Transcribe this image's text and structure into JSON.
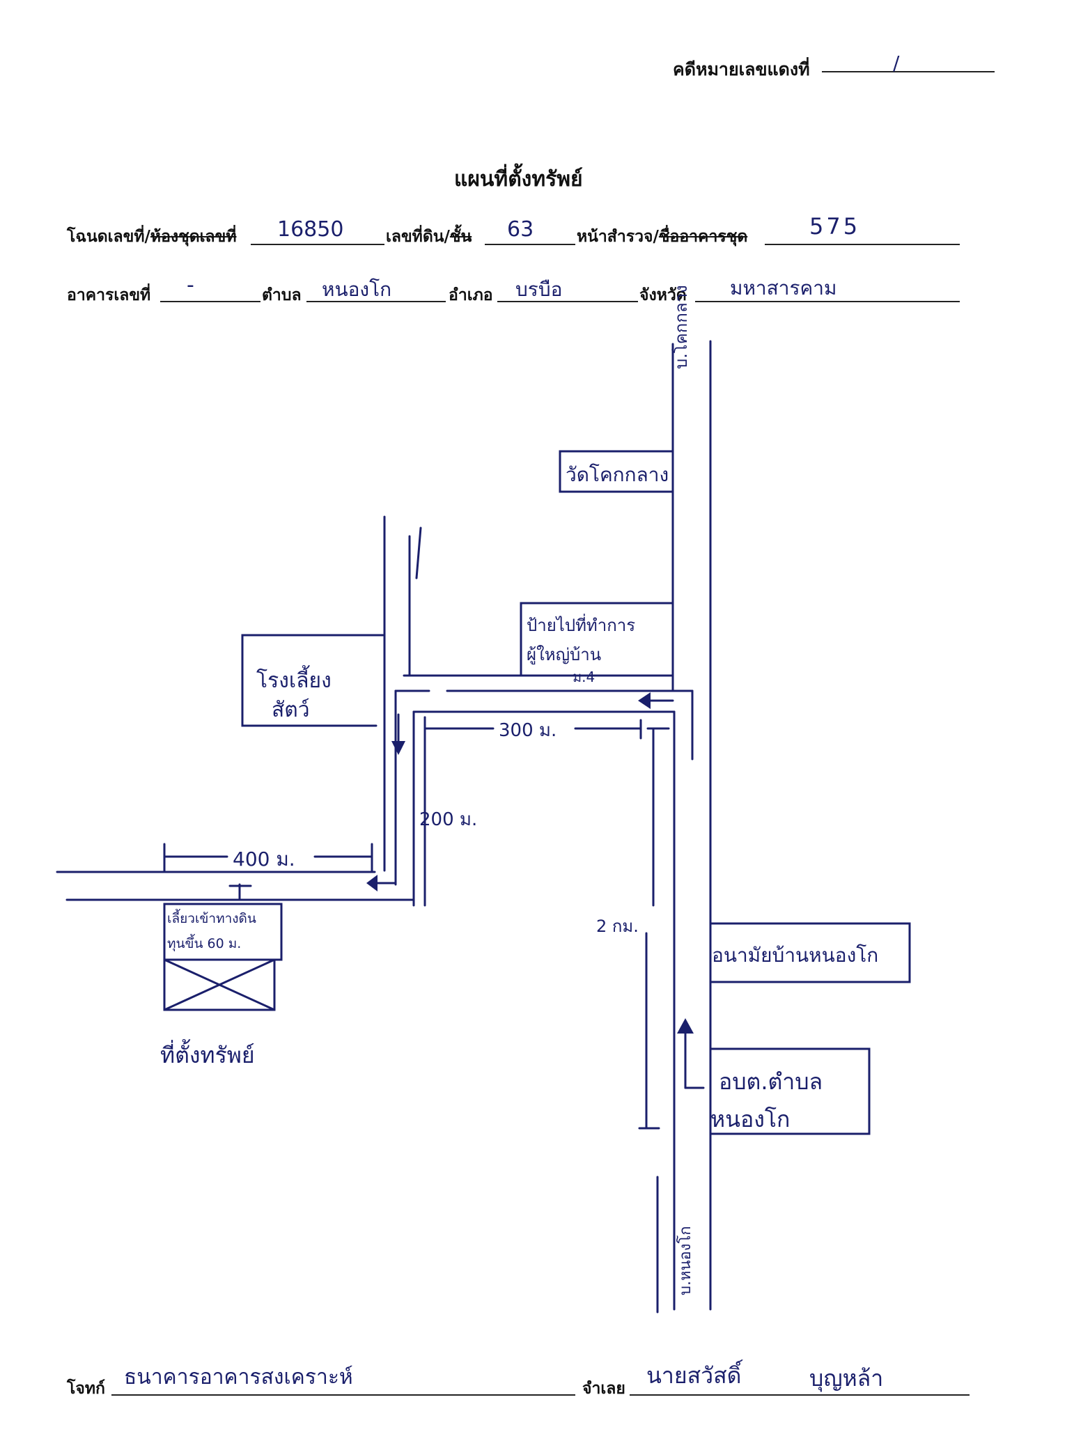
{
  "header": {
    "case_label": "คดีหมายเลขแดงที่",
    "case_value": "/"
  },
  "title": "แผนที่ตั้งทรัพย์",
  "row1": {
    "deed_label_a": "โฉนดเลขที่/",
    "deed_label_b": "ห้องชุดเลขที่",
    "deed_value": "16850",
    "land_label_a": "เลขที่ดิน/",
    "land_label_b": "ชั้น",
    "land_value": "63",
    "survey_label_a": "หน้าสำรวจ/",
    "survey_label_b": "ชื่ออาคารชุด",
    "survey_value": "575"
  },
  "row2": {
    "building_label": "อาคารเลขที่",
    "building_value": "-",
    "subdistrict_label": "ตำบล",
    "subdistrict_value": "หนองโก",
    "district_label": "อำเภอ",
    "district_value": "บรบือ",
    "province_label": "จังหวัด",
    "province_value": "มหาสารคาม"
  },
  "map": {
    "road_top_label": "บ.โคกกลาง",
    "road_bottom_label": "บ.หนองโก",
    "temple": "วัดโคกกลาง",
    "sign_line1": "ป้ายไปที่ทำการ",
    "sign_line2": "ผู้ใหญ่บ้าน",
    "sign_line3": "ม.4",
    "school_line1": "โรงเลี้ยง",
    "school_line2": "สัตว์",
    "dist_300": "300 ม.",
    "dist_200": "200 ม.",
    "dist_400": "400 ม.",
    "dist_2km": "2 กม.",
    "dirt_line1": "เลี้ยวเข้าทางดิน",
    "dirt_line2": "ทุนขึ้น 60 ม.",
    "property_label": "ที่ตั้งทรัพย์",
    "health_center": "อนามัยบ้านหนองโก",
    "sao_line1": "อบต.ตำบล",
    "sao_line2": "หนองโก"
  },
  "footer": {
    "plaintiff_label": "โจทก์",
    "plaintiff_value": "ธนาคารอาคารสงเคราะห์",
    "defendant_label": "จำเลย",
    "defendant_value": "นายสวัสดิ์",
    "defendant_value2": "บุญหล้า"
  }
}
